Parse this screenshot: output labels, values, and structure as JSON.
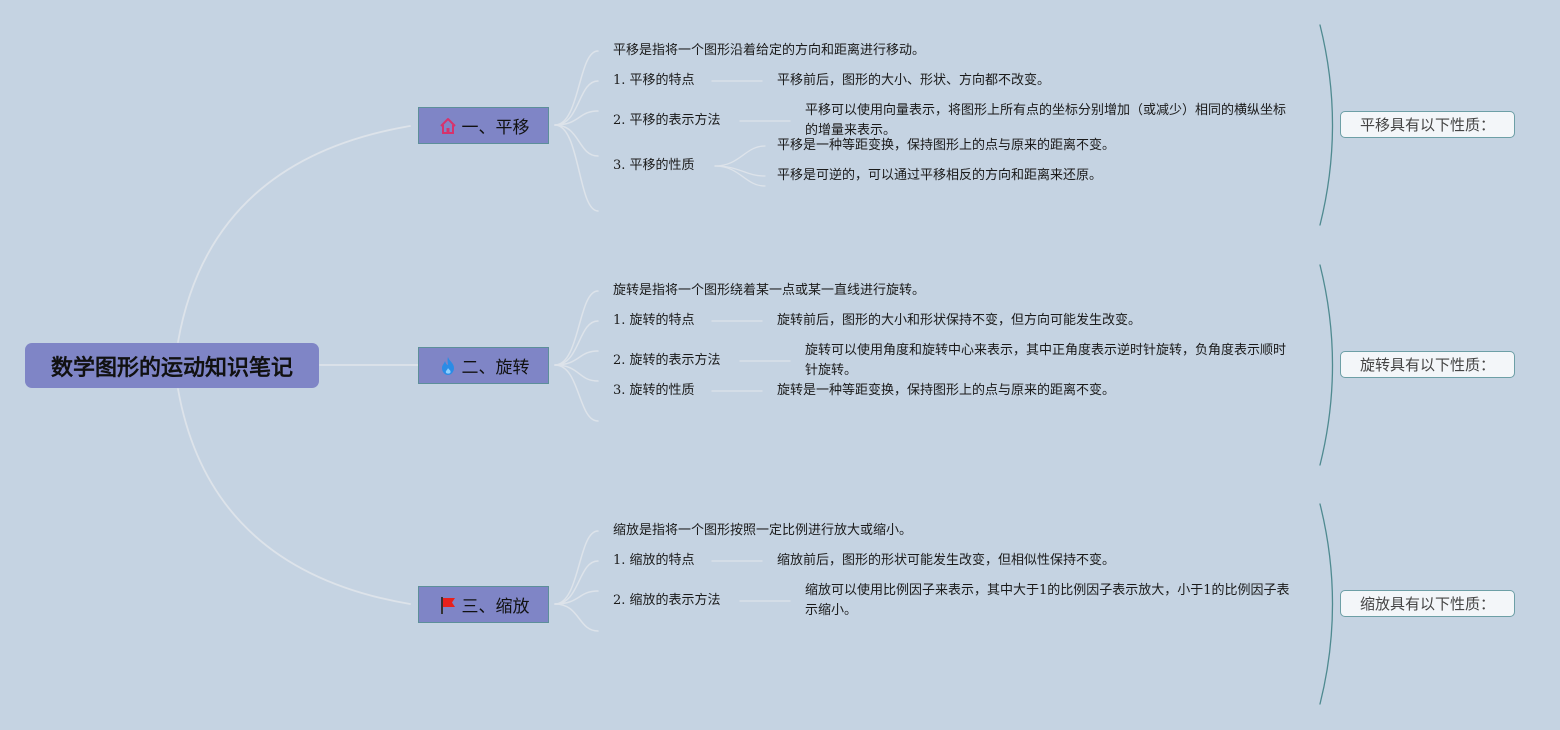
{
  "root": {
    "title": "数学图形的运动知识笔记"
  },
  "branches": [
    {
      "title": "一、平移",
      "icon": "home-icon",
      "icon_color": "#d6336c",
      "definition": "平移是指将一个图形沿着给定的方向和距离进行移动。",
      "items": [
        {
          "label": "1. 平移的特点",
          "details": [
            "平移前后，图形的大小、形状、方向都不改变。"
          ]
        },
        {
          "label": "2. 平移的表示方法",
          "details": [
            "平移可以使用向量表示，将图形上所有点的坐标分别增加（或减少）相同的横纵坐标的增量来表示。"
          ]
        },
        {
          "label": "3. 平移的性质",
          "details": [
            "平移是一种等距变换，保持图形上的点与原来的距离不变。",
            "平移是可逆的，可以通过平移相反的方向和距离来还原。"
          ]
        }
      ],
      "summary": "平移具有以下性质："
    },
    {
      "title": "二、旋转",
      "icon": "flame-icon",
      "icon_color": "#2a8ce6",
      "definition": "旋转是指将一个图形绕着某一点或某一直线进行旋转。",
      "items": [
        {
          "label": "1. 旋转的特点",
          "details": [
            "旋转前后，图形的大小和形状保持不变，但方向可能发生改变。"
          ]
        },
        {
          "label": "2. 旋转的表示方法",
          "details": [
            "旋转可以使用角度和旋转中心来表示，其中正角度表示逆时针旋转，负角度表示顺时针旋转。"
          ]
        },
        {
          "label": "3. 旋转的性质",
          "details": [
            "旋转是一种等距变换，保持图形上的点与原来的距离不变。"
          ]
        }
      ],
      "summary": "旋转具有以下性质："
    },
    {
      "title": "三、缩放",
      "icon": "flag-icon",
      "icon_color": "#e8201c",
      "definition": "缩放是指将一个图形按照一定比例进行放大或缩小。",
      "items": [
        {
          "label": "1. 缩放的特点",
          "details": [
            "缩放前后，图形的形状可能发生改变，但相似性保持不变。"
          ]
        },
        {
          "label": "2. 缩放的表示方法",
          "details": [
            "缩放可以使用比例因子来表示，其中大于1的比例因子表示放大，小于1的比例因子表示缩小。"
          ]
        }
      ],
      "summary": "缩放具有以下性质："
    }
  ],
  "colors": {
    "background": "#c5d3e2",
    "node_fill": "#7f85c6",
    "connector": "#dde3ea",
    "bracket": "#4f8a90"
  }
}
